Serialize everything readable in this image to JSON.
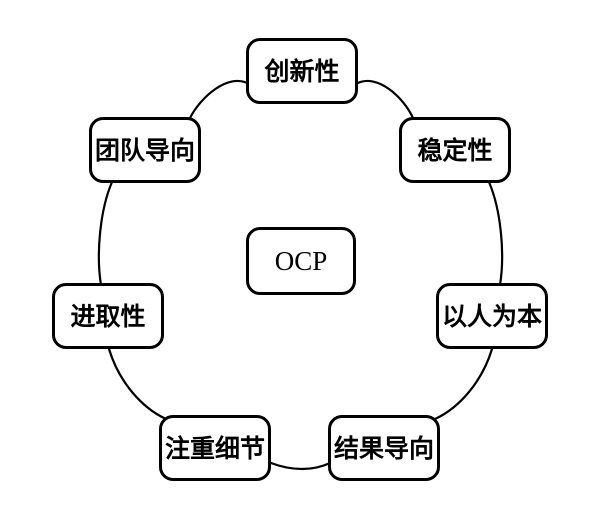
{
  "diagram": {
    "type": "circular-cycle",
    "title_node": {
      "label": "OCP",
      "name": "center-node-ocp"
    },
    "ring_nodes": [
      {
        "label": "创新性",
        "name": "node-innovation",
        "position": "top"
      },
      {
        "label": "稳定性",
        "name": "node-stability",
        "position": "top-right"
      },
      {
        "label": "以人为本",
        "name": "node-people-oriented",
        "position": "right"
      },
      {
        "label": "结果导向",
        "name": "node-results-oriented",
        "position": "bottom-right"
      },
      {
        "label": "注重细节",
        "name": "node-attention-detail",
        "position": "bottom-left"
      },
      {
        "label": "进取性",
        "name": "node-aggressiveness",
        "position": "left"
      },
      {
        "label": "团队导向",
        "name": "node-team-oriented",
        "position": "top-left"
      }
    ],
    "colors": {
      "box_border": "#000000",
      "box_fill": "#ffffff",
      "arc_stroke": "#000000",
      "text": "#000000",
      "background": "#ffffff"
    }
  }
}
